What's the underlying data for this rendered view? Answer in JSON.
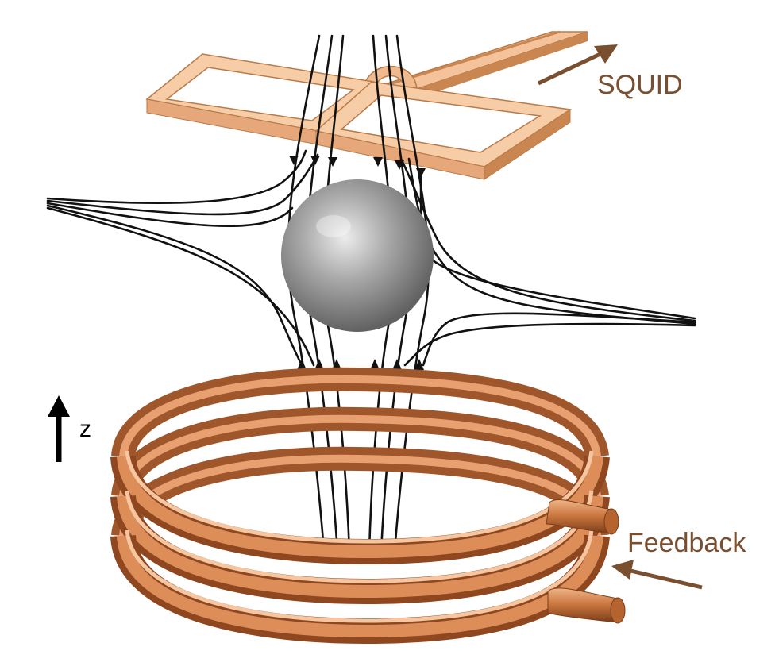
{
  "labels": {
    "squid": "SQUID",
    "feedback": "Feedback",
    "axis": "z"
  },
  "colors": {
    "squid_loop_top": "#f5c8a0",
    "squid_loop_side": "#c98650",
    "coil_light": "#f0b48a",
    "coil_mid": "#c8763f",
    "coil_dark": "#7c3e18",
    "sphere_light": "#e8e8e8",
    "sphere_dark": "#6b6b6b",
    "field_lines": "#111111",
    "label_brown": "#7a4f30",
    "axis_arrow": "#000000"
  },
  "icons": {
    "squid_arrow": "arrow-up-right-icon",
    "feedback_arrow": "arrow-left-icon",
    "axis_arrow": "arrow-up-icon"
  }
}
